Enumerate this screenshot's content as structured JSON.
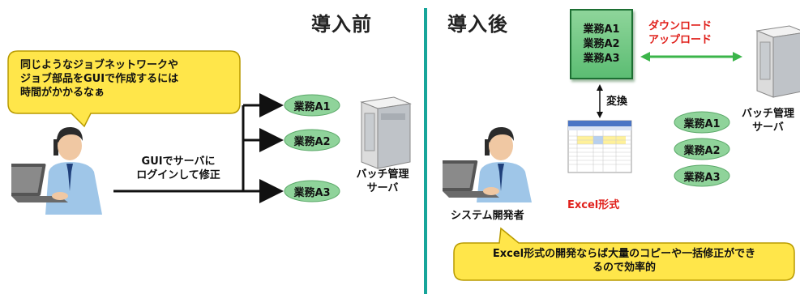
{
  "before": {
    "heading": "導入前",
    "speech_lines": [
      "同じようなジョブネットワークや",
      "ジョブ部品をGUIで作成するには",
      "時間がかかるなぁ"
    ],
    "arrow_label_lines": [
      "GUIでサーバに",
      "ログインして修正"
    ],
    "jobs": [
      "業務A1",
      "業務A2",
      "業務A3"
    ],
    "server_label_lines": [
      "バッチ管理",
      "サーバ"
    ]
  },
  "after": {
    "heading": "導入後",
    "box_jobs": [
      "業務A1",
      "業務A2",
      "業務A3"
    ],
    "transfer_label_lines": [
      "ダウンロード",
      "アップロード"
    ],
    "convert_label": "変換",
    "excel_label": "Excel形式",
    "developer_label": "システム開発者",
    "jobs": [
      "業務A1",
      "業務A2",
      "業務A3"
    ],
    "server_label_lines": [
      "バッチ管理",
      "サーバ"
    ],
    "speech_lines": [
      "Excel形式の開発ならば大量のコピーや一括修正ができ",
      "るので効率的"
    ]
  },
  "colors": {
    "divider": "#17a59a",
    "bubble": "#ffe64a",
    "ellipse": "#8fd39a",
    "arrow_green": "#3bb54a",
    "accent_red": "#e0201b"
  }
}
